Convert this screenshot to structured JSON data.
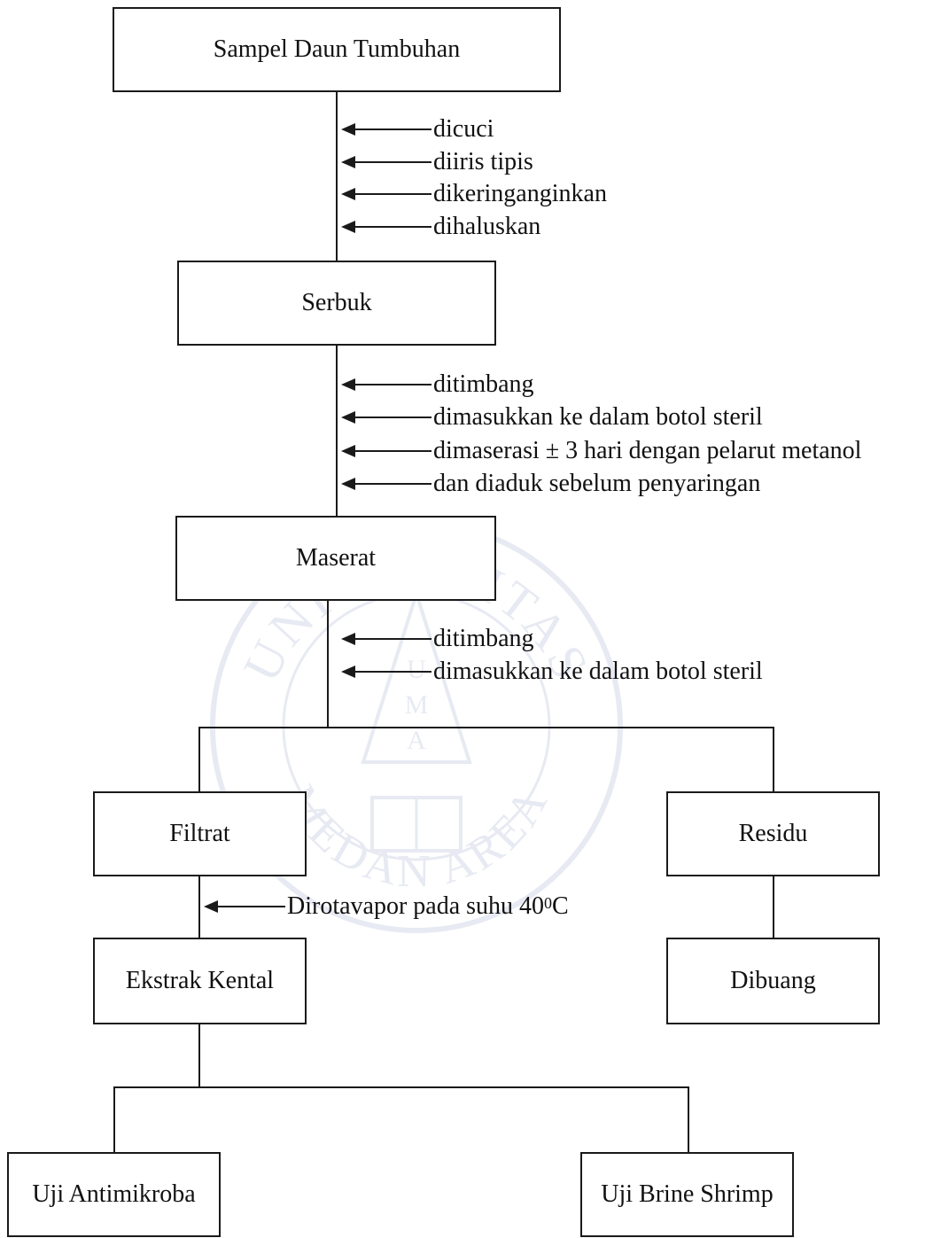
{
  "boxes": {
    "sampel": "Sampel Daun Tumbuhan",
    "serbuk": "Serbuk",
    "maserat": "Maserat",
    "filtrat": "Filtrat",
    "residu": "Residu",
    "ekstrak": "Ekstrak Kental",
    "dibuang": "Dibuang",
    "uji_antimikroba": "Uji Antimikroba",
    "uji_brine": "Uji Brine Shrimp"
  },
  "steps_1": [
    "dicuci",
    "diiris tipis",
    "dikeringanginkan",
    "dihaluskan"
  ],
  "steps_2": [
    "ditimbang",
    "dimasukkan ke dalam botol steril",
    "dimaserasi ± 3 hari dengan pelarut metanol",
    "dan diaduk sebelum penyaringan"
  ],
  "steps_3": [
    "ditimbang",
    "dimasukkan ke dalam botol steril"
  ],
  "step_rotavapor": {
    "text": "Dirotavapor pada suhu 40",
    "sup": "0",
    "unit": "C"
  },
  "watermark": {
    "top_text": "UNIVERSITAS",
    "bottom_text": "MEDAN AREA",
    "center_letters": [
      "U",
      "M",
      "A"
    ]
  }
}
